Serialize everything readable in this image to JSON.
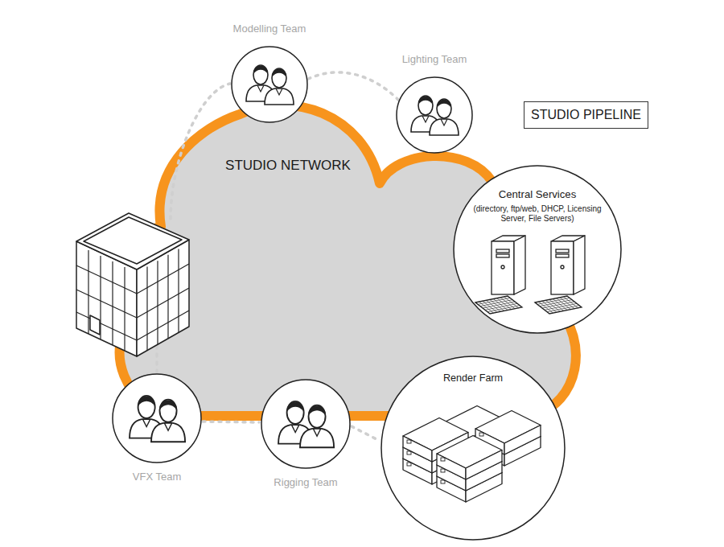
{
  "diagram": {
    "title": "STUDIO PIPELINE",
    "nodes": [
      {
        "text": [
          "STUDIO NETWORK"
        ]
      },
      {
        "text": [
          "Modelling Team"
        ]
      },
      {
        "text": [
          "Lighting Team"
        ]
      },
      {
        "text": [
          "Central Services",
          "(directory, ftp/web, DHCP, Licensing Server, File Servers)"
        ]
      },
      {
        "text": [
          "Render Farm"
        ]
      },
      {
        "text": [
          "VFX Team"
        ]
      },
      {
        "text": [
          "Rigging Team"
        ]
      }
    ]
  }
}
